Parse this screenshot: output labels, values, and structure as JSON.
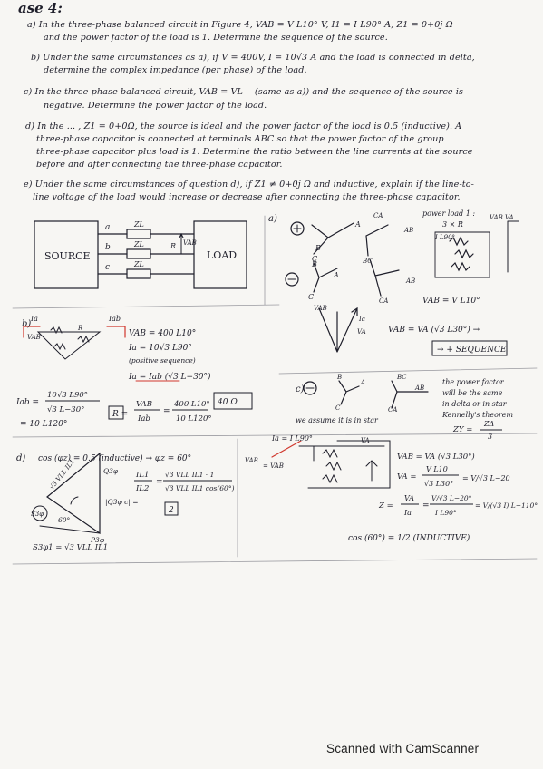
{
  "header": {
    "title": "ase 4:"
  },
  "questions": {
    "a1": "a) In the three-phase balanced circuit in Figure 4, VAB = V L10° V, I1 = I L90° A, Z1 = 0+0j Ω",
    "a2": "and the power factor of the load is 1. Determine the sequence of the source.",
    "b1": "b) Under the same circumstances as a), if V = 400V, I = 10√3 A and the load is connected in delta,",
    "b2": "determine the complex impedance (per phase) of the load.",
    "c1": "c) In the three-phase balanced circuit, VAB = VL— (same as a)) and the sequence of the source is",
    "c2": "negative. Determine the power factor of the load.",
    "d1": "d) In the ... , Z1 = 0+0Ω, the source is ideal and the power factor of the load is 0.5 (inductive). A",
    "d2": "three-phase capacitor is connected at terminals ABC so that the power factor of the group",
    "d3": "three-phase capacitor plus load is 1. Determine the ratio between the line currents at the source",
    "d4": "before and after connecting the three-phase capacitor.",
    "e1": "e) Under the same circumstances of question d), if Z1 ≠ 0+0j Ω and inductive, explain if the line-to-",
    "e2": "line voltage of the load would increase or decrease after connecting the three-phase capacitor."
  },
  "circuit": {
    "source": "SOURCE",
    "load": "LOAD",
    "zl": "ZL",
    "a": "a",
    "b": "b",
    "c": "c",
    "r": "R",
    "vab": "VAB"
  },
  "solution_a": {
    "label": "a)",
    "plus": "+",
    "minus": "−",
    "A": "A",
    "B": "B",
    "C": "C",
    "AB": "AB",
    "BC": "BC",
    "CA": "CA",
    "power_load": "power load 1 :",
    "three_r": "3 × R",
    "i90": "I L90°",
    "vab_v_ab": "VAB  VA",
    "vab_result": "VAB = V L10°",
    "va_eq": "VAB = VA (√3 L30°) →",
    "sequence": "→ + SEQUENCE",
    "vab": "VAB",
    "ia": "Ia",
    "va": "VA"
  },
  "solution_b": {
    "label": "b)",
    "ia_red": "Ia",
    "iab_red": "Iab",
    "vab": "VAB",
    "r": "R",
    "vab_val": "VAB = 400 L10°",
    "ia_val": "Ia = 10√3 L90°",
    "note": "(positive sequence)",
    "ia_iab": "Ia = Iab (√3 L−30°)",
    "iab_eq_lhs": "Iab =",
    "iab_num": "10√3 L90°",
    "iab_den": "√3 L−30°",
    "iab_res": "= 10 L120°",
    "r_eq_lhs": "R =",
    "r_num1": "VAB",
    "r_den1": "Iab",
    "r_num2": "400 L10°",
    "r_den2": "10 L120°",
    "r_res": "40 Ω"
  },
  "solution_c": {
    "label": "c)",
    "minus": "−",
    "B": "B",
    "A": "A",
    "C": "C",
    "BC": "BC",
    "AB": "AB",
    "CA": "CA",
    "assume": "we assume it is in star",
    "pf1": "the power factor",
    "pf2": "will be the same",
    "pf3": "in delta or in star",
    "pf4": "Kennelly's theorem",
    "zeq_lhs": "ZY =",
    "zeq_num": "ZΔ",
    "zeq_den": "3"
  },
  "solution_d": {
    "label": "d)",
    "cos_eq": "cos (φz) = 0.5 (inductive) → φz = 60°",
    "q": "Q3φ",
    "ratio_num": "IL1",
    "ratio_den": "IL2",
    "ratio_rhs_num": "√3 VLL IL1 · 1",
    "ratio_rhs_den": "√3 VLL IL1 cos(60°)",
    "q_cond": "|Q3φ c| =",
    "answer": "2",
    "s3": "S3φ",
    "s3_eq": "S3φ1 = √3 VLL IL1",
    "hyp": "√3 VLL IL1",
    "angle": "60°",
    "p3": "P3φ",
    "phasor_ia": "Ia = I L90°",
    "phasor_va": "VA",
    "vab_eq": "VAB = VA (√3 L30°)",
    "va_eq_lhs": "VA =",
    "va_num": "V L10",
    "va_den": "√3 L30°",
    "va_rhs": "= V/√3 L−20",
    "z_lhs": "Z =",
    "z_num1": "VA",
    "z_den1": "Ia",
    "z_num2": "V/√3 L−20°",
    "z_den2": "I L90°",
    "z_rhs": "= V/(√3 I) L−110°",
    "cos_final": "cos (60°) = 1/2 (INDUCTIVE)",
    "vab_lbl": "VAB",
    "vab_lbl2": "= VAB"
  },
  "footer": {
    "scanner": "Scanned with CamScanner"
  },
  "colors": {
    "ink": "#1e1e2a",
    "red": "#d0362c",
    "paper": "#f7f6f3"
  }
}
